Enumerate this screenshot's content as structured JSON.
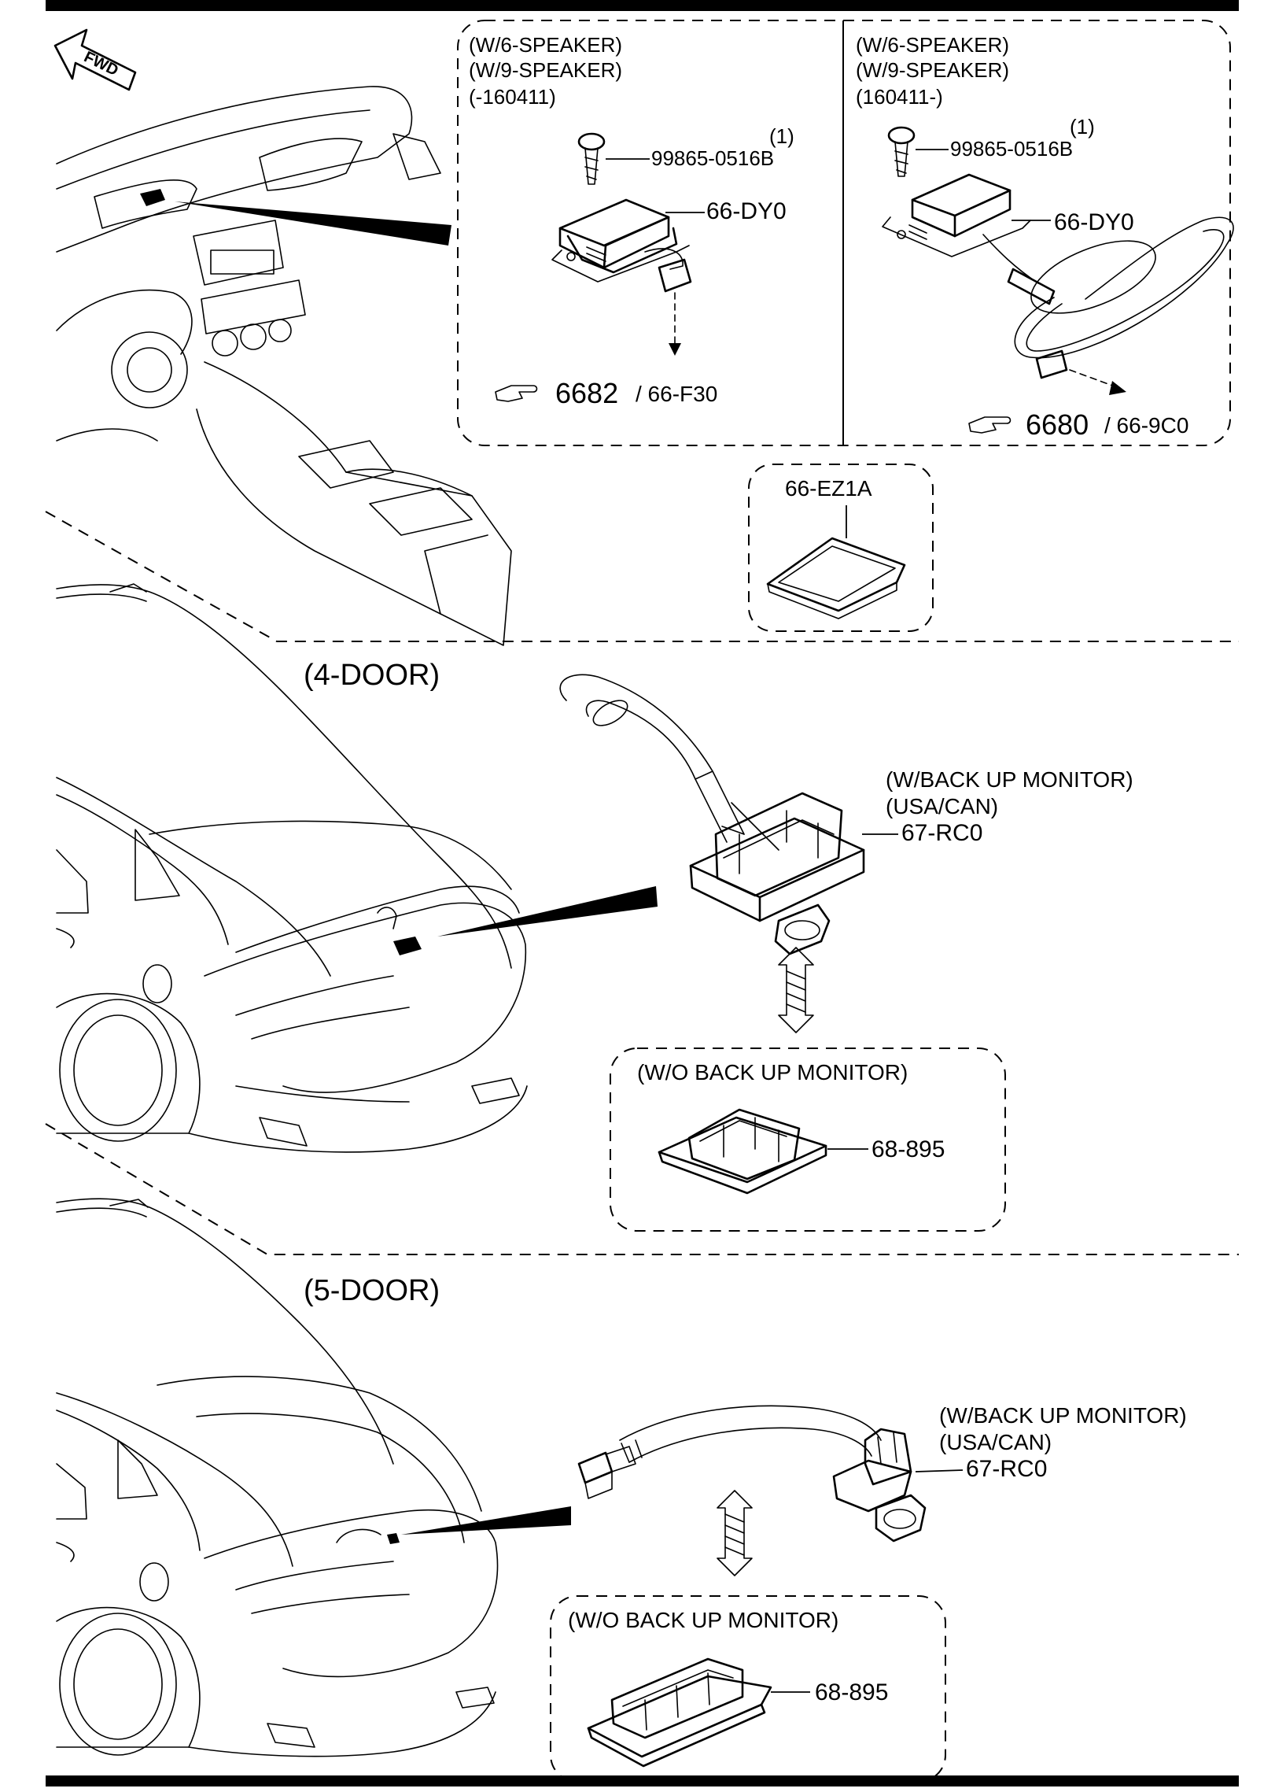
{
  "diagram": {
    "fwd_label": "FWD",
    "nav_panel_left": {
      "notes": [
        "(W/6-SPEAKER)",
        "(W/9-SPEAKER)",
        "(-160411)"
      ],
      "qty": "(1)",
      "screw_part": "99865-0516B",
      "unit_part": "66-DY0",
      "ref_number": "6682",
      "ref_suffix": "/ 66-F30"
    },
    "nav_panel_right": {
      "notes": [
        "(W/6-SPEAKER)",
        "(W/9-SPEAKER)",
        "(160411-)"
      ],
      "qty": "(1)",
      "screw_part": "99865-0516B",
      "unit_part": "66-DY0",
      "ref_number": "6680",
      "ref_suffix": "/ 66-9C0"
    },
    "sd_card": {
      "part": "66-EZ1A"
    },
    "four_door": {
      "title": "(4-DOOR)",
      "camera_notes": [
        "(W/BACK UP MONITOR)",
        "(USA/CAN)"
      ],
      "camera_part": "67-RC0",
      "cover_note": "(W/O BACK UP MONITOR)",
      "cover_part": "68-895"
    },
    "five_door": {
      "title": "(5-DOOR)",
      "camera_notes": [
        "(W/BACK UP MONITOR)",
        "(USA/CAN)"
      ],
      "camera_part": "67-RC0",
      "cover_note": "(W/O BACK UP MONITOR)",
      "cover_part": "68-895"
    }
  }
}
